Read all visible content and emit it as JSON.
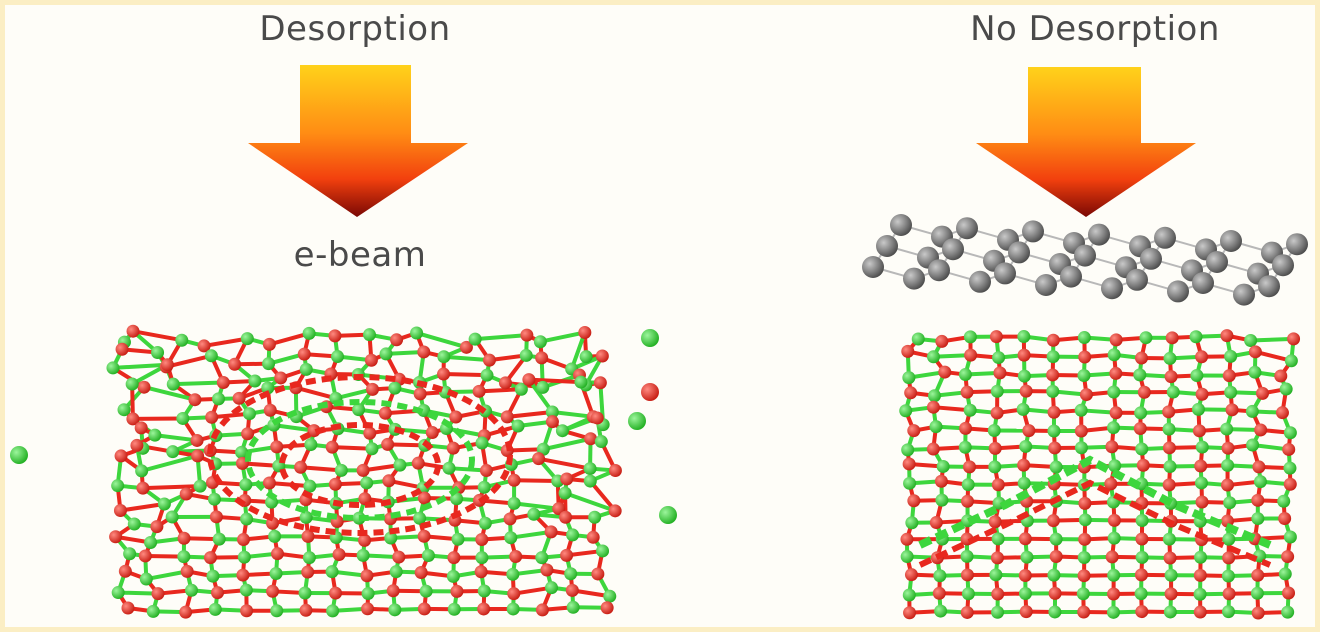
{
  "panels": {
    "left": {
      "title": "Desorption",
      "beam_label": "e-beam"
    },
    "right": {
      "title": "No Desorption"
    }
  },
  "colors": {
    "atom_green": "#3dd63d",
    "atom_red": "#e8281e",
    "graphene_gray": "#8a8a8a",
    "arrow_top": "#ffd21a",
    "arrow_mid": "#ff6a10",
    "arrow_tip": "#8a0a06"
  },
  "icons": [
    "down-arrow-icon",
    "graphene-sheet-icon",
    "crystal-lattice-icon"
  ]
}
